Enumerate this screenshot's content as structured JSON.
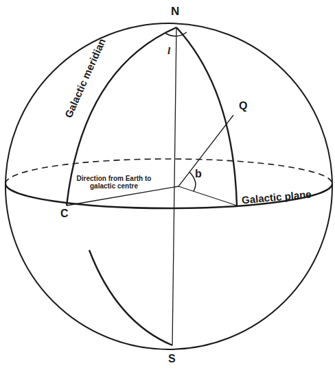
{
  "diagram": {
    "labels": [
      "N",
      "l",
      "Galactic meridian",
      "Q",
      "Direction from Earth to galactic centre",
      "b",
      "C",
      "Galactic plane",
      "S"
    ]
  }
}
